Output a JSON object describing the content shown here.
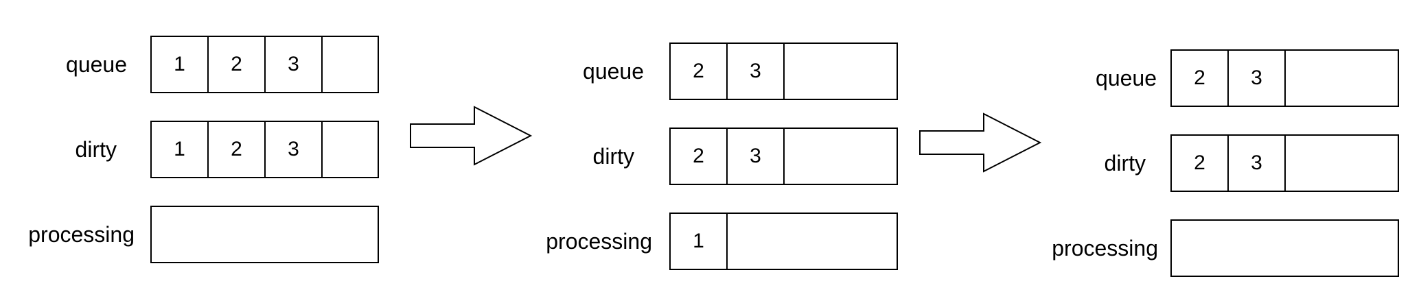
{
  "stages": [
    {
      "queue": {
        "label": "queue",
        "items": [
          "1",
          "2",
          "3"
        ]
      },
      "dirty": {
        "label": "dirty",
        "items": [
          "1",
          "2",
          "3"
        ]
      },
      "processing": {
        "label": "processing",
        "items": []
      }
    },
    {
      "queue": {
        "label": "queue",
        "items": [
          "2",
          "3"
        ]
      },
      "dirty": {
        "label": "dirty",
        "items": [
          "2",
          "3"
        ]
      },
      "processing": {
        "label": "processing",
        "items": [
          "1"
        ]
      }
    },
    {
      "queue": {
        "label": "queue",
        "items": [
          "2",
          "3"
        ]
      },
      "dirty": {
        "label": "dirty",
        "items": [
          "2",
          "3"
        ]
      },
      "processing": {
        "label": "processing",
        "items": []
      }
    }
  ],
  "colors": {
    "stroke": "#000000",
    "background": "#ffffff"
  }
}
